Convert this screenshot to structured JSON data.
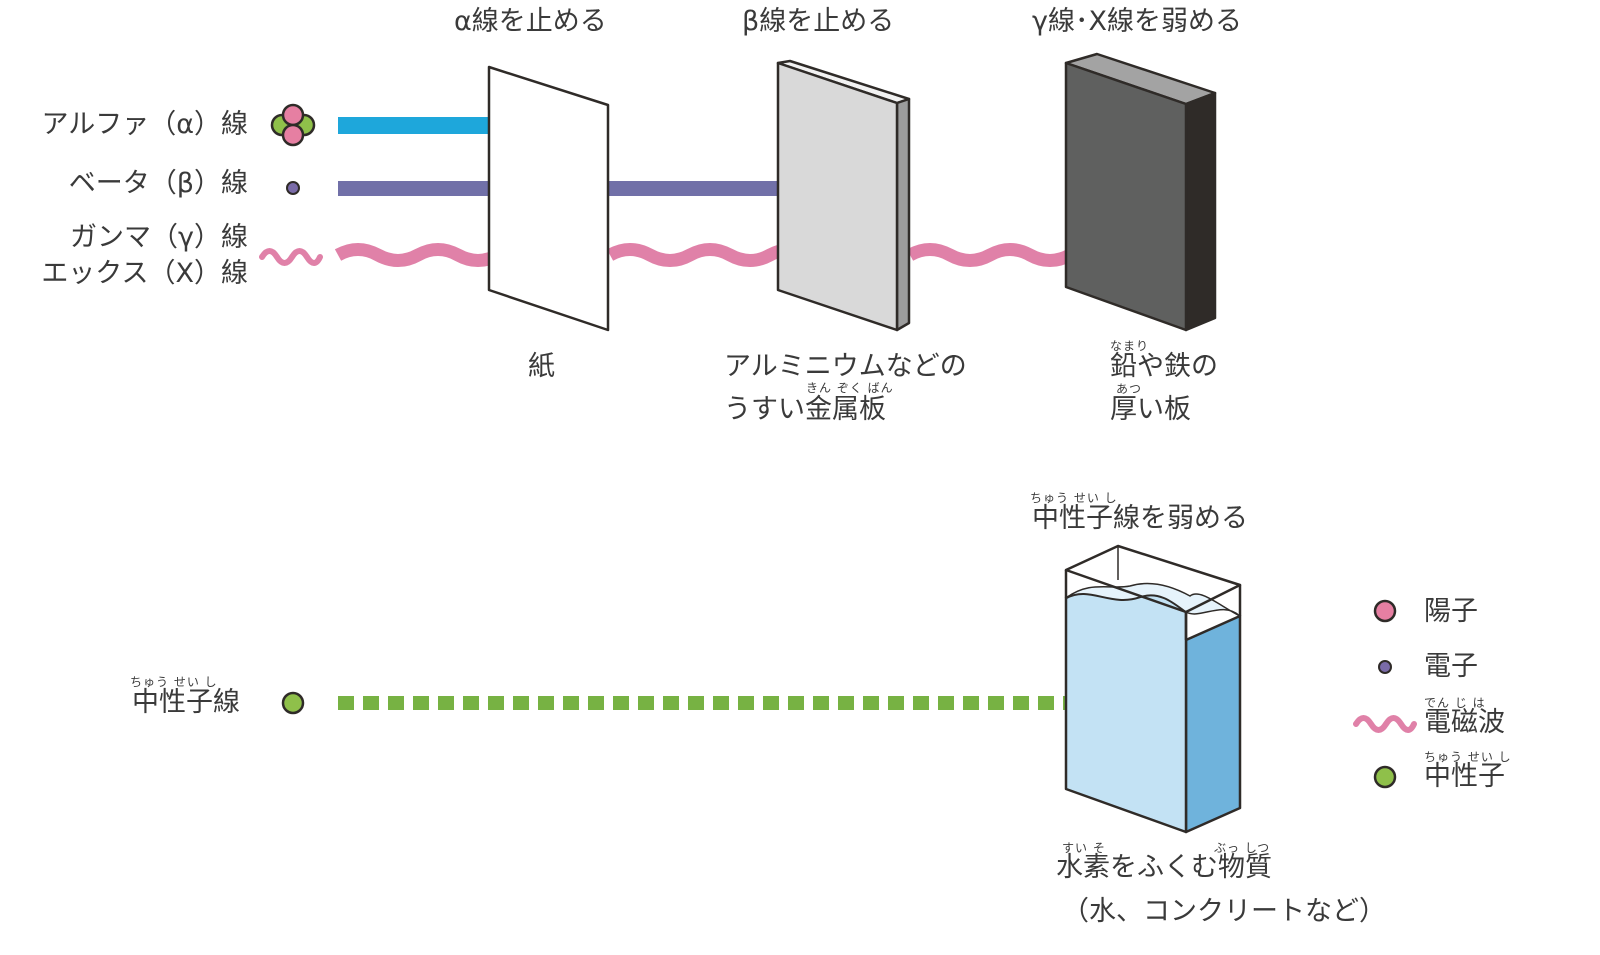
{
  "radiation_types": {
    "alpha": "アルファ（α）線",
    "beta": "ベータ（β）線",
    "gamma": "ガンマ（γ）線",
    "xray": "エックス（X）線",
    "neutron": "中性子線",
    "neutron_ruby": "ちゅう せい し"
  },
  "stop_labels": {
    "alpha": "α線を止める",
    "beta": "β線を止める",
    "gamma_x": "γ線･X線を弱める",
    "neutron": "中性子線を弱める",
    "neutron_ruby": "ちゅう せい し"
  },
  "materials": {
    "paper": "紙",
    "aluminum_line1": "アルミニウムなどの",
    "aluminum_line2": "うすい金属板",
    "aluminum_ruby": "きん ぞく ばん",
    "lead_line1": "鉛や鉄の",
    "lead_ruby": "なまり",
    "lead_line2": "厚い板",
    "thick_ruby": "あつ",
    "water_line1": "水素をふくむ物質",
    "water_ruby1": "すい そ",
    "water_ruby2": "ぶっ しつ",
    "water_line2": "（水、コンクリートなど）"
  },
  "legend": {
    "proton": "陽子",
    "electron": "電子",
    "em_wave": "電磁波",
    "em_wave_ruby": "でん じ は",
    "neutron": "中性子",
    "neutron_ruby": "ちゅう せい し"
  },
  "colors": {
    "alpha_arrow": "#1ea7db",
    "beta_arrow": "#7170a8",
    "gamma_wave": "#e081a8",
    "neutron_arrow": "#77b243",
    "proton": "#e67fa2",
    "electron": "#7a6ba8",
    "neutron": "#8fc04a",
    "aluminum_face": "#d9d9d9",
    "lead_face": "#5f605f",
    "lead_side": "#2f2b28",
    "water_front": "#c3e2f4",
    "water_side": "#6fb3dc"
  },
  "icons": {
    "alpha_particle": "four-circle-cluster-icon",
    "electron": "small-dot-icon",
    "wave": "wavy-line-icon",
    "neutron": "green-circle-icon"
  }
}
